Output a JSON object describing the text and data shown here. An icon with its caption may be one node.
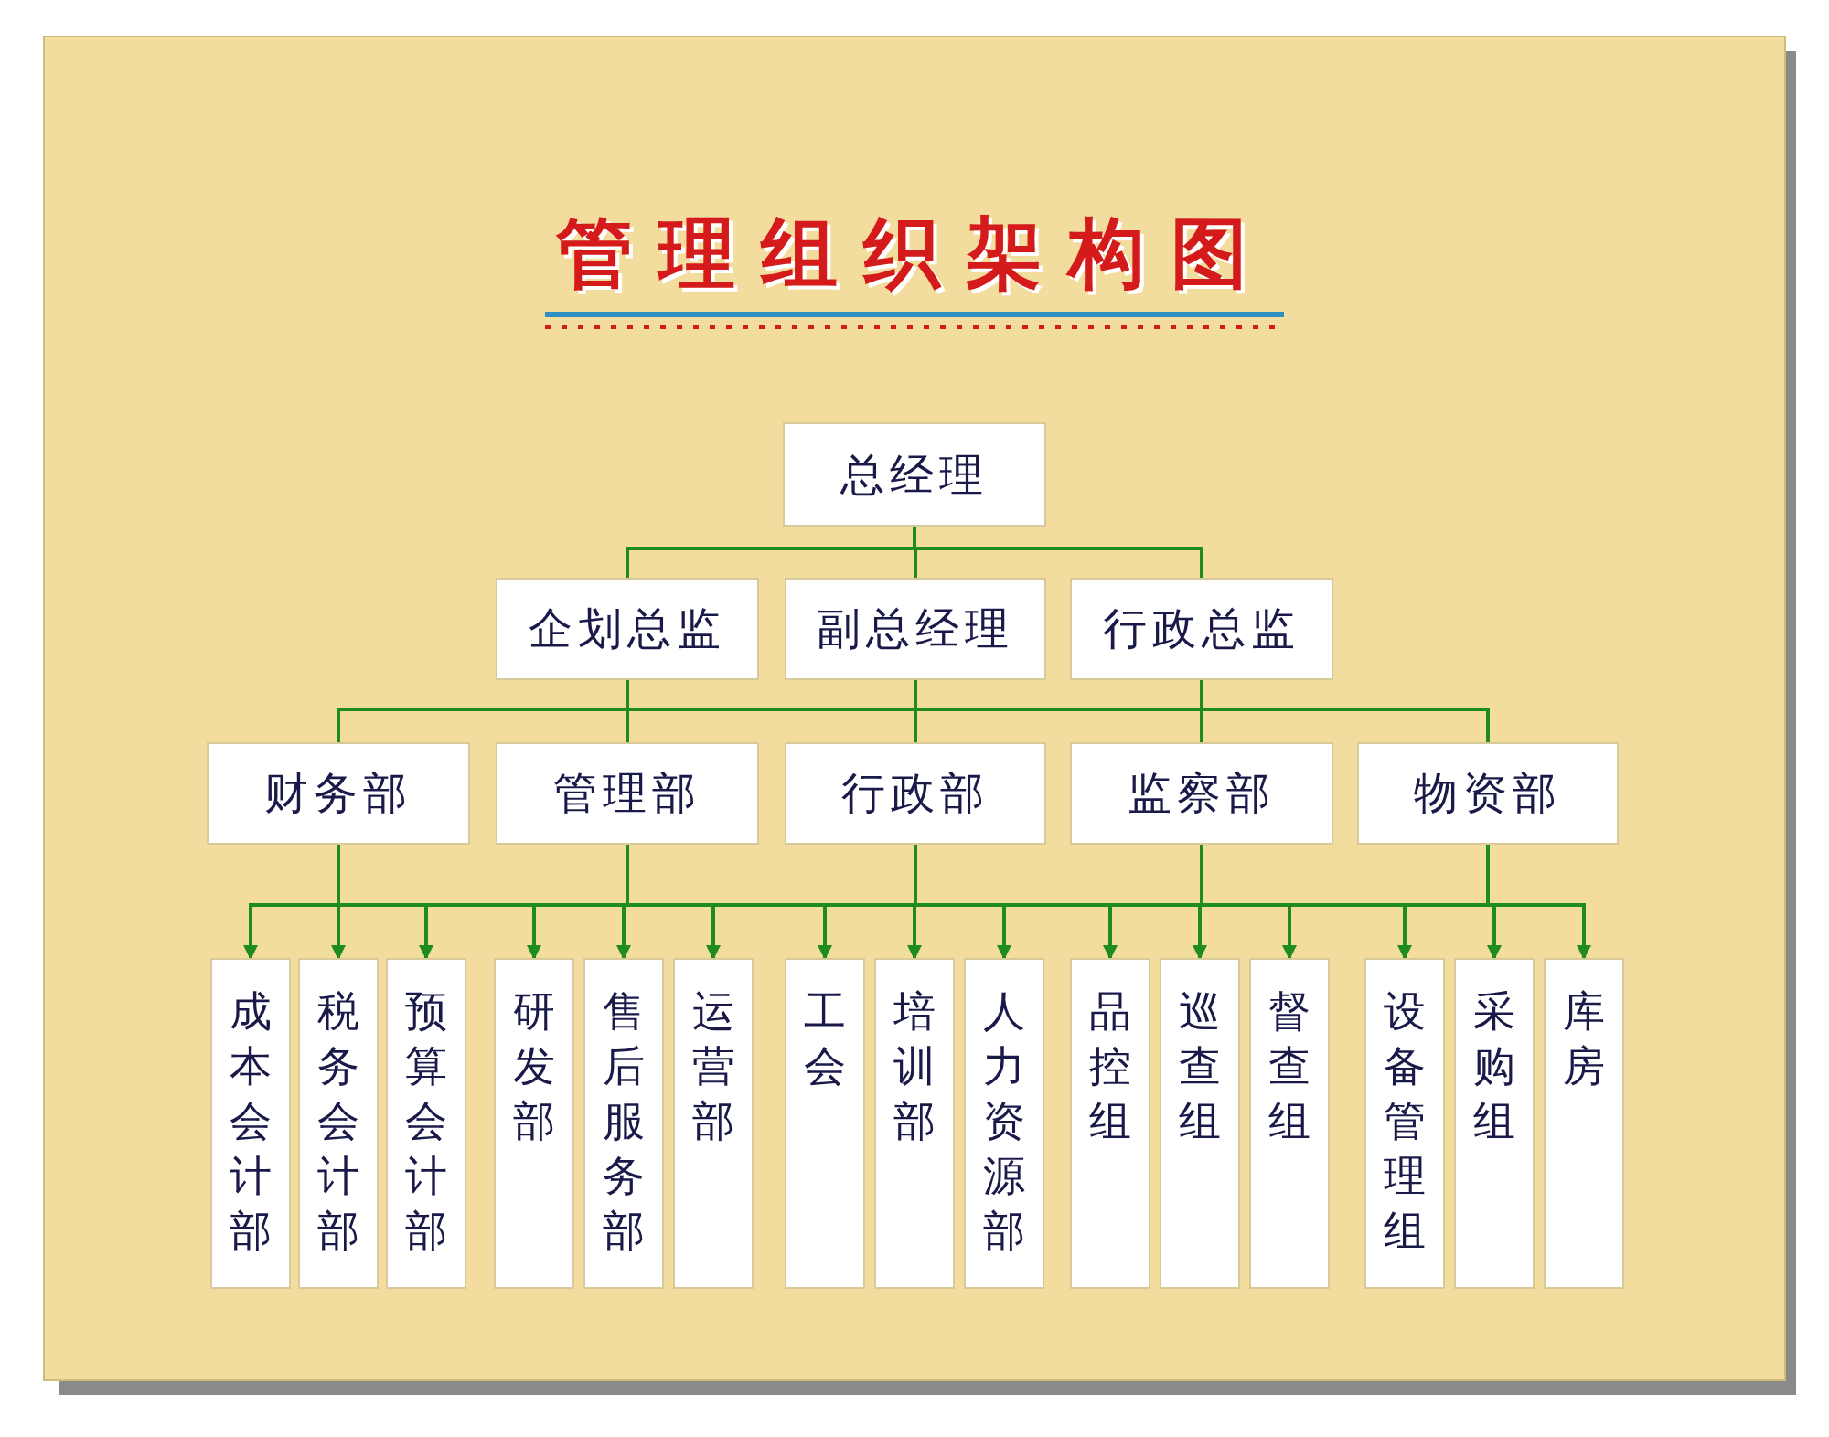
{
  "diagram": {
    "title": "管理组织架构图",
    "nodes": [
      {
        "text": [
          "总经理"
        ]
      },
      {
        "text": [
          "企划总监"
        ]
      },
      {
        "text": [
          "副总经理"
        ]
      },
      {
        "text": [
          "行政总监"
        ]
      },
      {
        "text": [
          "财务部"
        ]
      },
      {
        "text": [
          "管理部"
        ]
      },
      {
        "text": [
          "行政部"
        ]
      },
      {
        "text": [
          "监察部"
        ]
      },
      {
        "text": [
          "物资部"
        ]
      },
      {
        "text": [
          "成本会计部"
        ]
      },
      {
        "text": [
          "税务会计部"
        ]
      },
      {
        "text": [
          "预算会计部"
        ]
      },
      {
        "text": [
          "研发部"
        ]
      },
      {
        "text": [
          "售后服务部"
        ]
      },
      {
        "text": [
          "运营部"
        ]
      },
      {
        "text": [
          "工会"
        ]
      },
      {
        "text": [
          "培训部"
        ]
      },
      {
        "text": [
          "人力资源部"
        ]
      },
      {
        "text": [
          "品控组"
        ]
      },
      {
        "text": [
          "巡查组"
        ]
      },
      {
        "text": [
          "督查组"
        ]
      },
      {
        "text": [
          "设备管理组"
        ]
      },
      {
        "text": [
          "采购组"
        ]
      },
      {
        "text": [
          "库房"
        ]
      }
    ],
    "edges": [
      {
        "from": 0,
        "to": 1,
        "arrow": "none"
      },
      {
        "from": 0,
        "to": 2,
        "arrow": "none"
      },
      {
        "from": 0,
        "to": 3,
        "arrow": "none"
      },
      {
        "from": 1,
        "to": 4,
        "arrow": "none"
      },
      {
        "from": 1,
        "to": 5,
        "arrow": "none"
      },
      {
        "from": 2,
        "to": 6,
        "arrow": "none"
      },
      {
        "from": 3,
        "to": 7,
        "arrow": "none"
      },
      {
        "from": 3,
        "to": 8,
        "arrow": "none"
      },
      {
        "from": 4,
        "to": 9,
        "arrow": "to"
      },
      {
        "from": 4,
        "to": 10,
        "arrow": "to"
      },
      {
        "from": 4,
        "to": 11,
        "arrow": "to"
      },
      {
        "from": 5,
        "to": 12,
        "arrow": "to"
      },
      {
        "from": 5,
        "to": 13,
        "arrow": "to"
      },
      {
        "from": 5,
        "to": 14,
        "arrow": "to"
      },
      {
        "from": 6,
        "to": 15,
        "arrow": "to"
      },
      {
        "from": 6,
        "to": 16,
        "arrow": "to"
      },
      {
        "from": 6,
        "to": 17,
        "arrow": "to"
      },
      {
        "from": 7,
        "to": 18,
        "arrow": "to"
      },
      {
        "from": 7,
        "to": 19,
        "arrow": "to"
      },
      {
        "from": 7,
        "to": 20,
        "arrow": "to"
      },
      {
        "from": 8,
        "to": 21,
        "arrow": "to"
      },
      {
        "from": 8,
        "to": 22,
        "arrow": "to"
      },
      {
        "from": 8,
        "to": 23,
        "arrow": "to"
      }
    ]
  }
}
